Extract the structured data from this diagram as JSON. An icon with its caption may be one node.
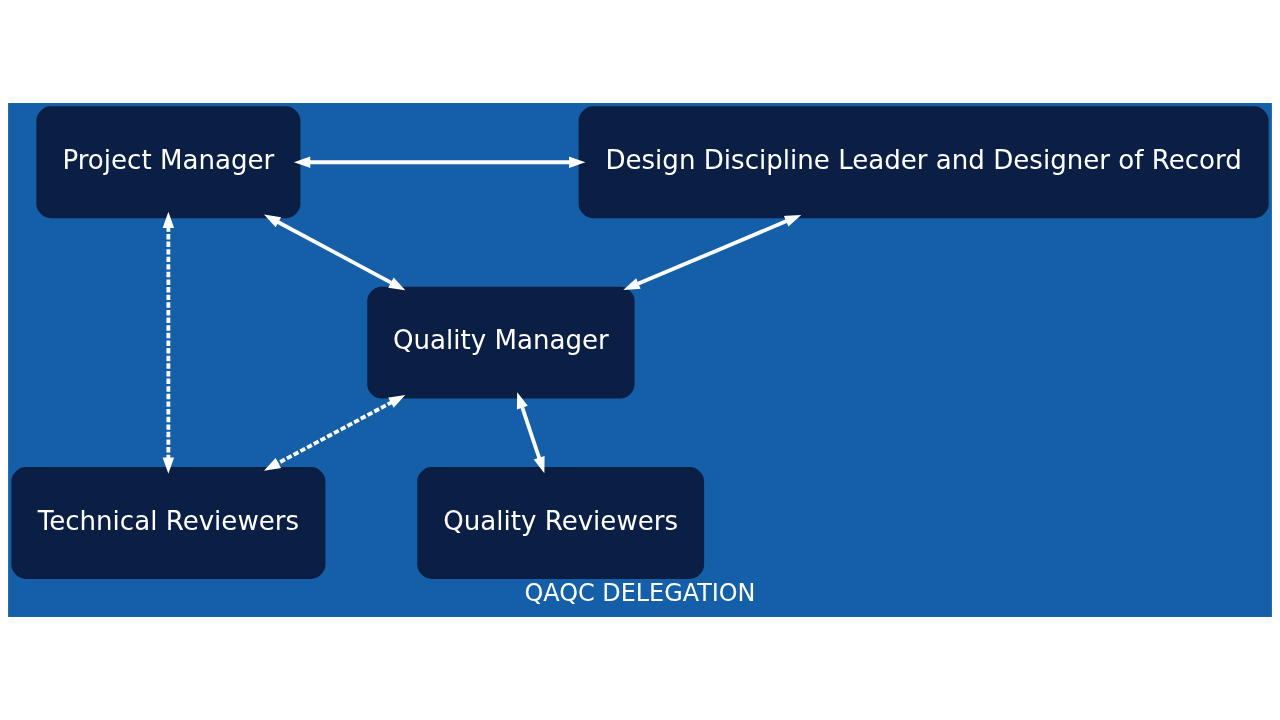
{
  "diagram": {
    "caption": "QAQC DELEGATION",
    "nodes": [
      {
        "text": [
          "Project Manager"
        ]
      },
      {
        "text": [
          "Design Discipline Leader and Designer of Record"
        ]
      },
      {
        "text": [
          "Quality Manager"
        ]
      },
      {
        "text": [
          "Technical Reviewers"
        ]
      },
      {
        "text": [
          "Quality Reviewers"
        ]
      }
    ],
    "edges": [
      {
        "from": 0,
        "to": 1,
        "arrow": "both"
      },
      {
        "from": 0,
        "to": 2,
        "arrow": "both"
      },
      {
        "from": 1,
        "to": 2,
        "arrow": "both"
      },
      {
        "from": 0,
        "to": 3,
        "arrow": "both",
        "style": "dashed"
      },
      {
        "from": 2,
        "to": 3,
        "arrow": "both",
        "style": "dashed"
      },
      {
        "from": 2,
        "to": 4,
        "arrow": "both"
      }
    ]
  }
}
